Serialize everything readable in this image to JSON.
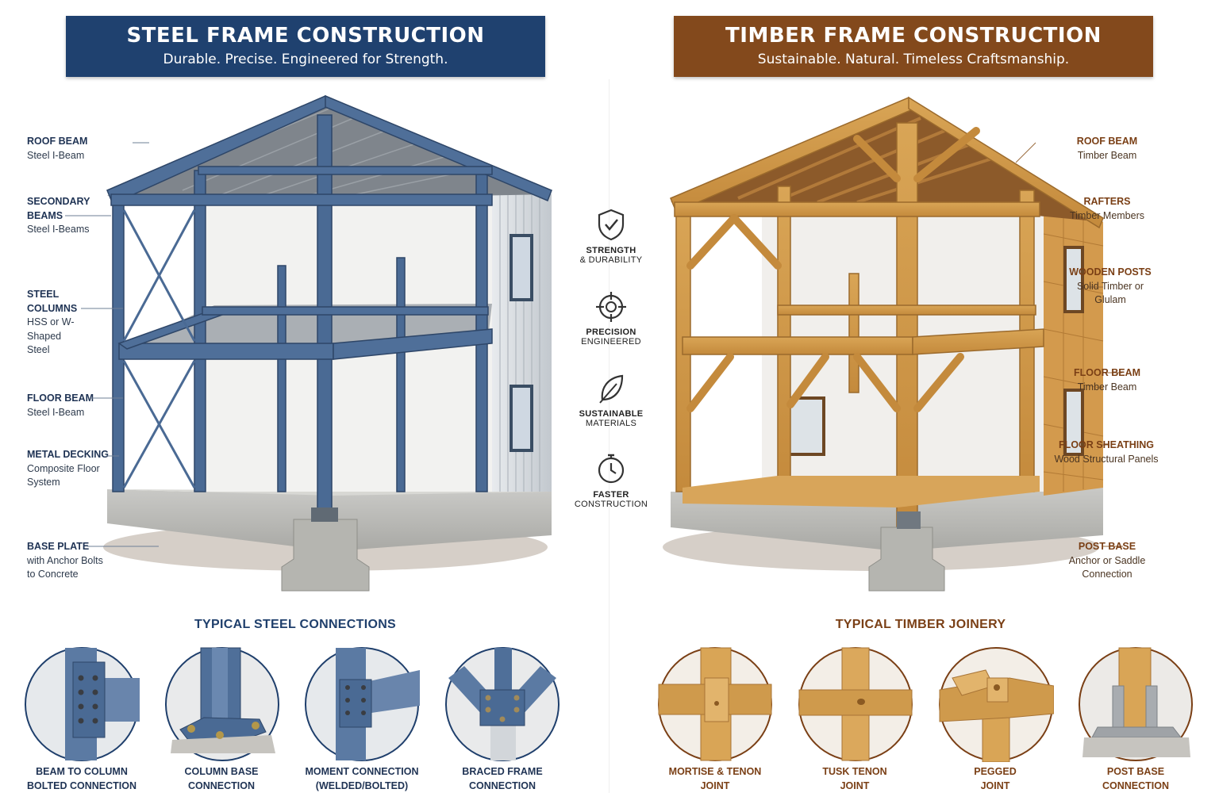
{
  "steel": {
    "title": "STEEL FRAME CONSTRUCTION",
    "subtitle": "Durable. Precise. Engineered for Strength.",
    "color": "#1f416f",
    "labels": [
      {
        "heading": "ROOF BEAM",
        "sub": "Steel I-Beam"
      },
      {
        "heading": "SECONDARY BEAMS",
        "sub": "Steel I-Beams"
      },
      {
        "heading": "STEEL COLUMNS",
        "sub": "HSS or W-Shaped Steel"
      },
      {
        "heading": "FLOOR BEAM",
        "sub": "Steel I-Beam"
      },
      {
        "heading": "METAL DECKING",
        "sub": "Composite Floor System"
      },
      {
        "heading": "BASE PLATE",
        "sub": "with Anchor Bolts to Concrete"
      }
    ],
    "connections_heading": "TYPICAL STEEL CONNECTIONS",
    "connections": [
      {
        "line1": "BEAM TO COLUMN",
        "line2": "BOLTED CONNECTION"
      },
      {
        "line1": "COLUMN BASE",
        "line2": "CONNECTION"
      },
      {
        "line1": "MOMENT CONNECTION",
        "line2": "(WELDED/BOLTED)"
      },
      {
        "line1": "BRACED FRAME",
        "line2": "CONNECTION"
      }
    ]
  },
  "timber": {
    "title": "TIMBER FRAME CONSTRUCTION",
    "subtitle": "Sustainable. Natural. Timeless Craftsmanship.",
    "color": "#83491c",
    "labels": [
      {
        "heading": "ROOF BEAM",
        "sub": "Timber Beam"
      },
      {
        "heading": "RAFTERS",
        "sub": "Timber Members"
      },
      {
        "heading": "WOODEN POSTS",
        "sub": "Solid Timber or Glulam"
      },
      {
        "heading": "FLOOR BEAM",
        "sub": "Timber Beam"
      },
      {
        "heading": "FLOOR SHEATHING",
        "sub": "Wood Structural Panels"
      },
      {
        "heading": "POST BASE",
        "sub": "Anchor or Saddle Connection"
      }
    ],
    "joinery_heading": "TYPICAL TIMBER JOINERY",
    "joinery": [
      {
        "line1": "MORTISE & TENON",
        "line2": "JOINT"
      },
      {
        "line1": "TUSK TENON",
        "line2": "JOINT"
      },
      {
        "line1": "PEGGED",
        "line2": "JOINT"
      },
      {
        "line1": "POST BASE",
        "line2": "CONNECTION"
      }
    ]
  },
  "features": [
    {
      "line1": "STRENGTH",
      "line2": "& DURABILITY",
      "icon": "shield-check-icon"
    },
    {
      "line1": "PRECISION",
      "line2": "ENGINEERED",
      "icon": "crosshair-icon"
    },
    {
      "line1": "SUSTAINABLE",
      "line2": "MATERIALS",
      "icon": "leaf-icon"
    },
    {
      "line1": "FASTER",
      "line2": "CONSTRUCTION",
      "icon": "stopwatch-icon"
    }
  ]
}
